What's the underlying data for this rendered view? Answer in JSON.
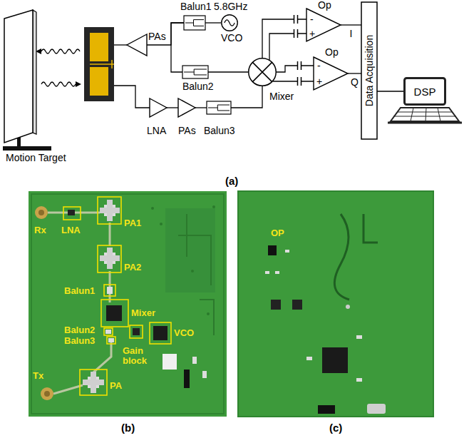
{
  "diagram": {
    "nodes": [
      {
        "text": [
          "Motion Target"
        ]
      },
      {
        "text": [
          "PAs"
        ]
      },
      {
        "text": [
          "Balun1"
        ]
      },
      {
        "text": [
          "5.8GHz",
          "VCO"
        ]
      },
      {
        "text": [
          "Balun2"
        ]
      },
      {
        "text": [
          "Mixer"
        ]
      },
      {
        "text": [
          "Op",
          "-",
          "+"
        ]
      },
      {
        "text": [
          "Op",
          "-",
          "+"
        ]
      },
      {
        "text": [
          "LNA"
        ]
      },
      {
        "text": [
          "PAs"
        ]
      },
      {
        "text": [
          "Balun3"
        ]
      },
      {
        "text": [
          "Data Acquisition"
        ]
      },
      {
        "text": [
          "DSP"
        ]
      }
    ],
    "edges": [
      {
        "from": 2,
        "to": 1,
        "arrow": "none"
      },
      {
        "from": 3,
        "to": 2,
        "arrow": "none"
      },
      {
        "from": 2,
        "to": 4,
        "arrow": "none"
      },
      {
        "from": 4,
        "to": 5,
        "arrow": "none"
      },
      {
        "from": 8,
        "to": 9,
        "arrow": "none"
      },
      {
        "from": 9,
        "to": 10,
        "arrow": "none"
      },
      {
        "from": 10,
        "to": 5,
        "arrow": "none"
      },
      {
        "from": 5,
        "to": 6,
        "arrow": "none"
      },
      {
        "from": 5,
        "to": 7,
        "arrow": "none"
      },
      {
        "from": 6,
        "to": 11,
        "label": "I",
        "arrow": "none"
      },
      {
        "from": 7,
        "to": 11,
        "label": "Q",
        "arrow": "none"
      },
      {
        "from": 11,
        "to": 12,
        "arrow": "none"
      }
    ],
    "labels": [
      "(a)",
      "Rx",
      "LNA",
      "PA1",
      "PA2",
      "Balun1",
      "Mixer",
      "Balun2",
      "Balun3",
      "Gain block",
      "VCO",
      "Tx",
      "PA",
      "(b)",
      "OP",
      "(c)"
    ]
  }
}
